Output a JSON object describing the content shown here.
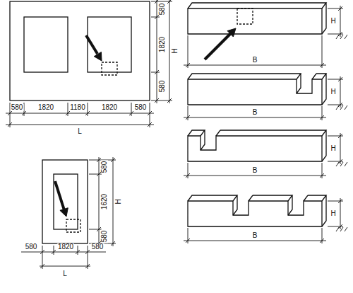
{
  "diagram": {
    "labels": [
      "580",
      "1820",
      "580",
      "H",
      "580",
      "1820",
      "1180",
      "1820",
      "580",
      "L",
      "580",
      "1620",
      "580",
      "H",
      "580",
      "1820",
      "580",
      "L",
      "H",
      "B",
      "H",
      "B",
      "H",
      "B",
      "H",
      "B"
    ]
  }
}
